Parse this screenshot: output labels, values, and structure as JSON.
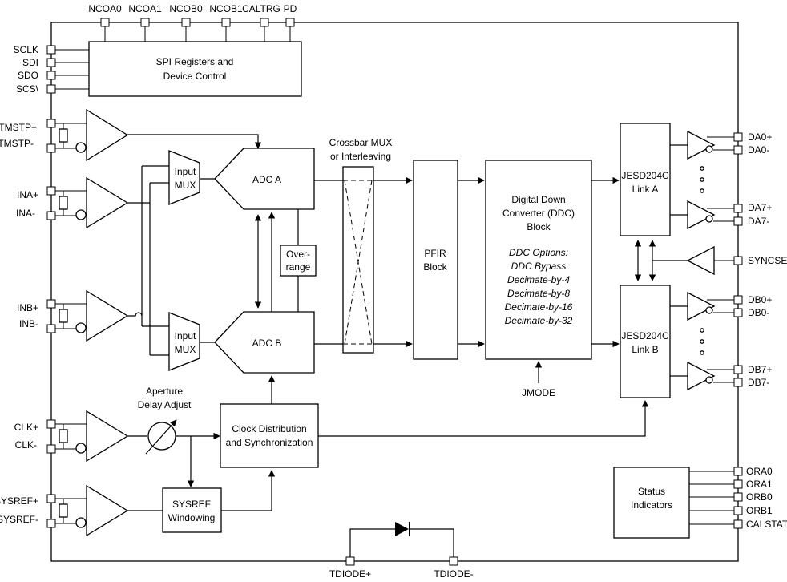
{
  "pins_top": [
    "NCOA0",
    "NCOA1",
    "NCOB0",
    "NCOB1",
    "CALTRG",
    "PD"
  ],
  "pins_left_spi": [
    "SCLK",
    "SDI",
    "SDO",
    "SCS\\"
  ],
  "pins_left_analog": {
    "tmstp_p": "TMSTP+",
    "tmstp_n": "TMSTP-",
    "ina_p": "INA+",
    "ina_n": "INA-",
    "inb_p": "INB+",
    "inb_n": "INB-",
    "clk_p": "CLK+",
    "clk_n": "CLK-",
    "sysref_p": "SYSREF+",
    "sysref_n": "SYSREF-"
  },
  "pins_right_a": {
    "da0p": "DA0+",
    "da0n": "DA0-",
    "da7p": "DA7+",
    "da7n": "DA7-"
  },
  "pin_syncse": "SYNCSE\\",
  "pins_right_b": {
    "db0p": "DB0+",
    "db0n": "DB0-",
    "db7p": "DB7+",
    "db7n": "DB7-"
  },
  "pins_status": [
    "ORA0",
    "ORA1",
    "ORB0",
    "ORB1",
    "CALSTAT"
  ],
  "pins_bottom": {
    "tdiode_p": "TDIODE+",
    "tdiode_n": "TDIODE-"
  },
  "blocks": {
    "spi_line1": "SPI Registers and",
    "spi_line2": "Device Control",
    "adc_a": "ADC A",
    "adc_b": "ADC B",
    "mux_line1": "Input",
    "mux_line2": "MUX",
    "overrange_line1": "Over-",
    "overrange_line2": "range",
    "crossbar_line1": "Crossbar MUX",
    "crossbar_line2": "or Interleaving",
    "pfir_line1": "PFIR",
    "pfir_line2": "Block",
    "ddc_line1": "Digital Down",
    "ddc_line2": "Converter (DDC)",
    "ddc_line3": "Block",
    "ddc_options": [
      "DDC Options:",
      "DDC Bypass",
      "Decimate-by-4",
      "Decimate-by-8",
      "Decimate-by-16",
      "Decimate-by-32"
    ],
    "jmode": "JMODE",
    "jesd_a_line1": "JESD204C",
    "jesd_a_line2": "Link A",
    "jesd_b_line1": "JESD204C",
    "jesd_b_line2": "Link B",
    "clock_line1": "Clock Distribution",
    "clock_line2": "and Synchronization",
    "aperture_line1": "Aperture",
    "aperture_line2": "Delay Adjust",
    "sysref_win_line1": "SYSREF",
    "sysref_win_line2": "Windowing",
    "status_line1": "Status",
    "status_line2": "Indicators"
  }
}
